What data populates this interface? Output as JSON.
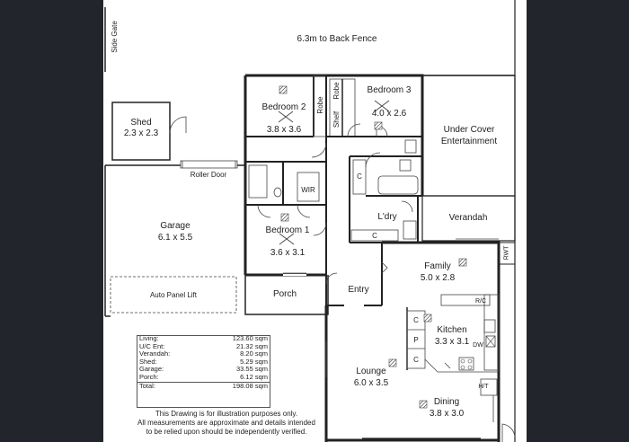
{
  "labels": {
    "side_gate": "Side Gate",
    "back_fence": "6.3m to Back Fence",
    "shed_name": "Shed",
    "shed_dim": "2.3 x 2.3",
    "roller_door": "Roller Door",
    "garage_name": "Garage",
    "garage_dim": "6.1 x 5.5",
    "auto_panel_lift": "Auto Panel Lift",
    "bedroom2_name": "Bedroom 2",
    "bedroom2_dim": "3.8 x 3.6",
    "robe1": "Robe",
    "robe2": "Robe",
    "shelf": "Shelf",
    "bedroom3_name": "Bedroom 3",
    "bedroom3_dim": "4.0 x 2.6",
    "under_cover_1": "Under Cover",
    "under_cover_2": "Entertainment",
    "wir": "WIR",
    "linen_c": "C",
    "laundry": "L'dry",
    "laundry_c": "C",
    "verandah": "Verandah",
    "bedroom1_name": "Bedroom 1",
    "bedroom1_dim": "3.6 x 3.1",
    "rwt": "RWT",
    "family_name": "Family",
    "family_dim": "5.0 x 2.8",
    "porch": "Porch",
    "entry": "Entry",
    "rc": "R/C",
    "kitchen_name": "Kitchen",
    "kitchen_dim": "3.3 x 3.1",
    "pantry_c1": "C",
    "pantry_p": "P",
    "pantry_c2": "C",
    "dw": "DW",
    "lounge_name": "Lounge",
    "lounge_dim": "6.0 x 3.5",
    "ht": "H/T",
    "dining_name": "Dining",
    "dining_dim": "3.8 x 3.0"
  },
  "areas": [
    {
      "label": "Living:",
      "value": "123.60 sqm"
    },
    {
      "label": "U/C Ent:",
      "value": "21.32 sqm"
    },
    {
      "label": "Verandah:",
      "value": "8.20 sqm"
    },
    {
      "label": "Shed:",
      "value": "5.29 sqm"
    },
    {
      "label": "Garage:",
      "value": "33.55 sqm"
    },
    {
      "label": "Porch:",
      "value": "6.12 sqm"
    },
    {
      "label": "Total:",
      "value": "198.08 sqm"
    }
  ],
  "disclaimer": [
    "This Drawing is for illustration purposes only.",
    "All measurements are approximate and details intended",
    "to be relied upon should be independently verified."
  ]
}
